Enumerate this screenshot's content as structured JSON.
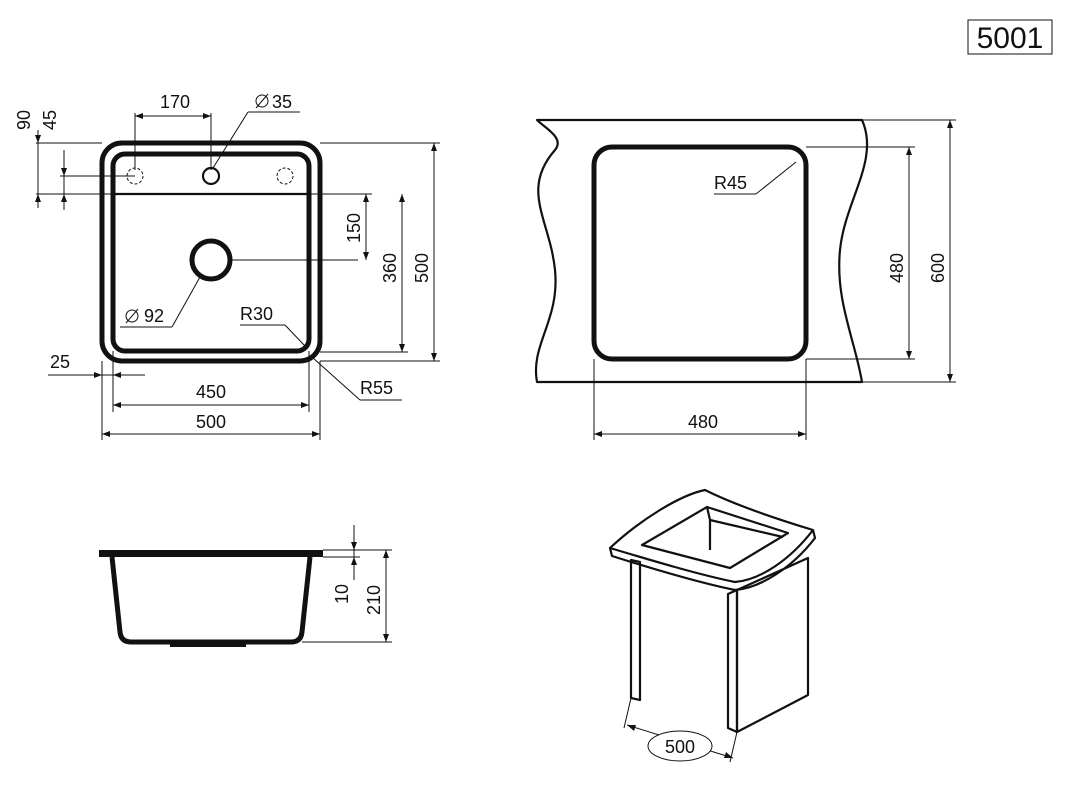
{
  "model_code": "5001",
  "top_view": {
    "dim_170": "170",
    "dim_hole_dia": "35",
    "dim_90": "90",
    "dim_45": "45",
    "dim_150": "150",
    "dim_360": "360",
    "dim_500_height": "500",
    "dim_drain_dia": "92",
    "dim_r30": "R30",
    "dim_r55": "R55",
    "dim_25": "25",
    "dim_450": "450",
    "dim_500_width": "500"
  },
  "cutout_view": {
    "dim_r45": "R45",
    "dim_480_height": "480",
    "dim_600": "600",
    "dim_480_width": "480"
  },
  "side_view": {
    "dim_10": "10",
    "dim_210": "210"
  },
  "cabinet_view": {
    "dim_500": "500"
  }
}
